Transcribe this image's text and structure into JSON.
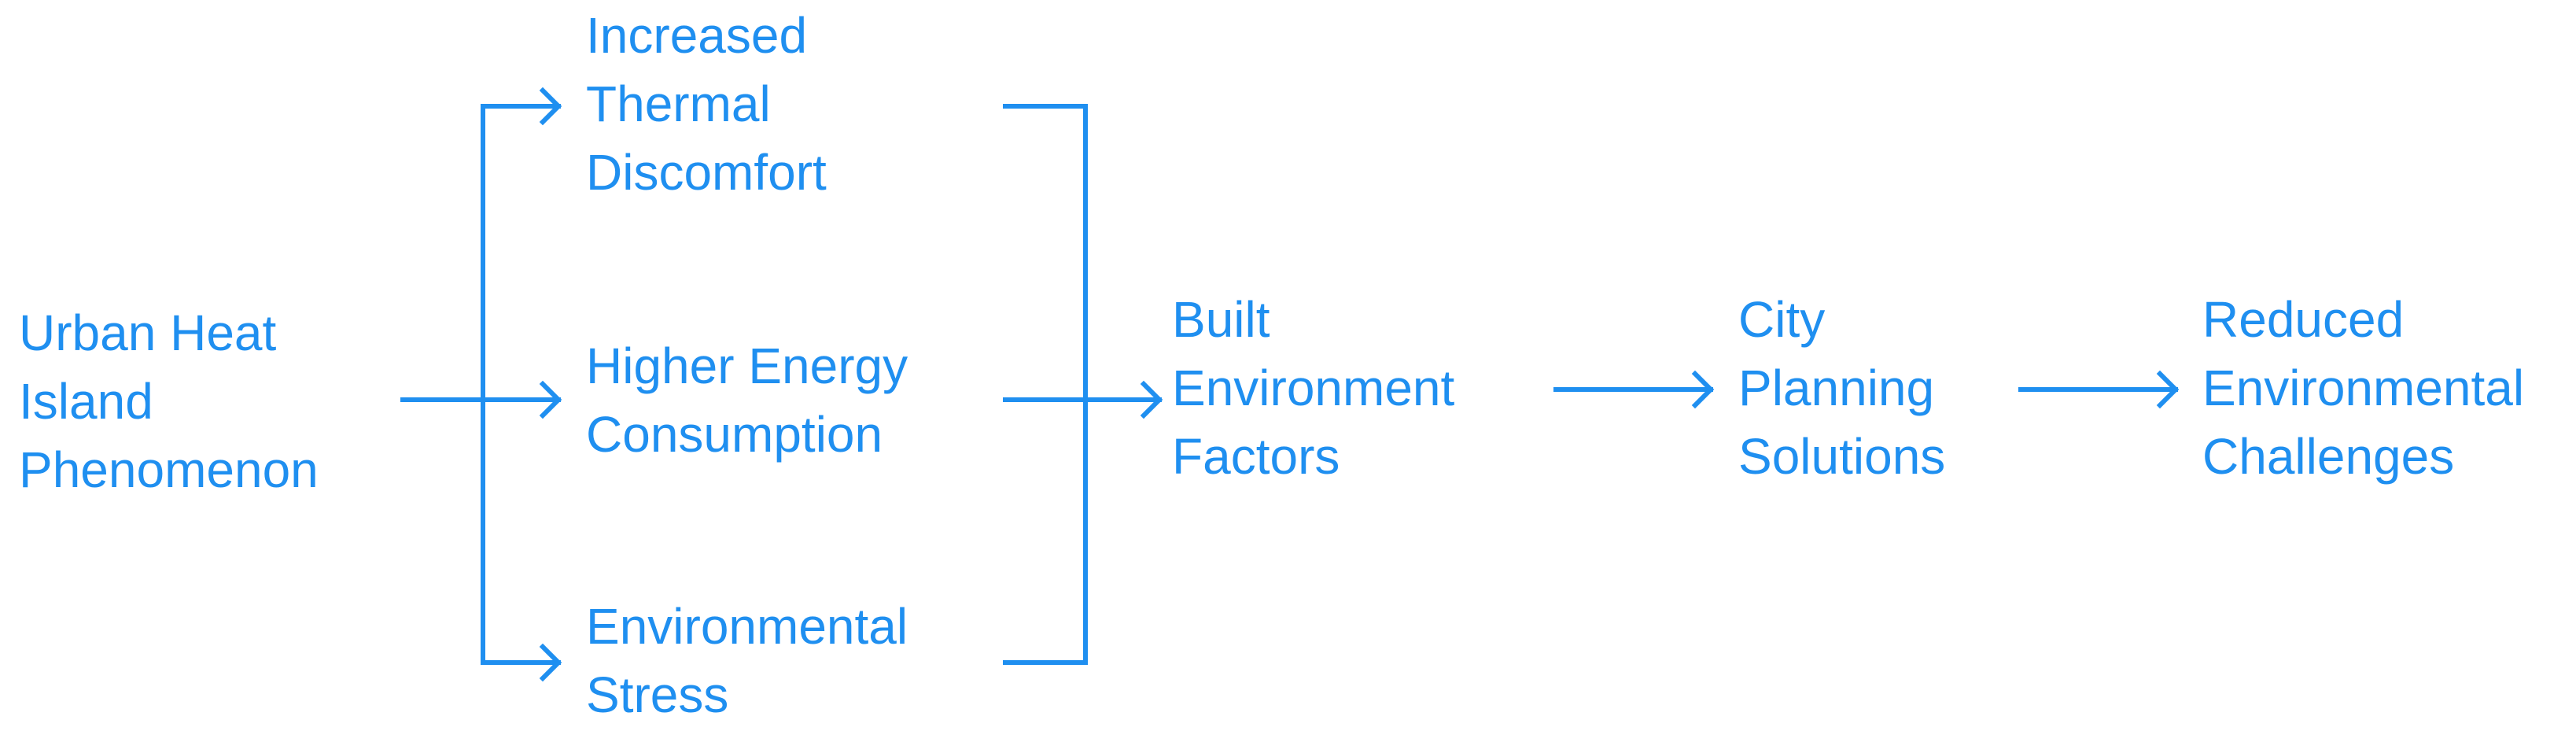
{
  "colors": {
    "accent": "#1f8ff0",
    "background": "#ffffff"
  },
  "nodes": {
    "urban_heat_island": [
      "Urban Heat",
      "Island",
      "Phenomenon"
    ],
    "thermal_discomfort": [
      "Increased",
      "Thermal",
      "Discomfort"
    ],
    "energy_consumption": [
      "Higher Energy",
      "Consumption"
    ],
    "environmental_stress": [
      "Environmental",
      "Stress"
    ],
    "built_environment": [
      "Built",
      "Environment",
      "Factors"
    ],
    "city_planning": [
      "City",
      "Planning",
      "Solutions"
    ],
    "reduced_challenges": [
      "Reduced",
      "Environmental",
      "Challenges"
    ]
  }
}
